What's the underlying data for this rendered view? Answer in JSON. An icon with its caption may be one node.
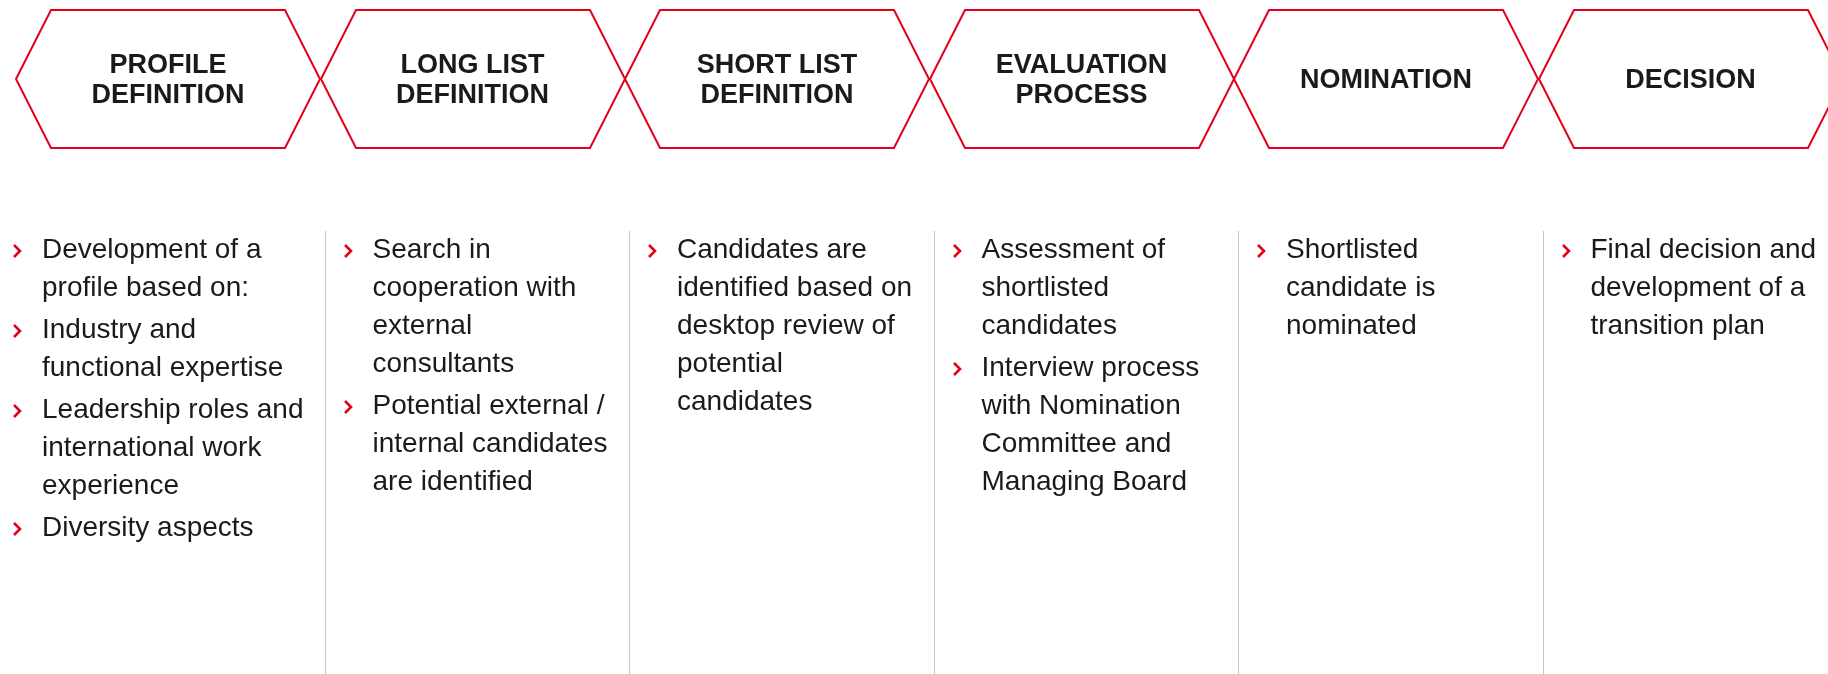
{
  "diagram": {
    "nodes": [
      {
        "text": [
          "PROFILE DEFINITION"
        ],
        "beside": [
          "Development of a profile based on:",
          "Industry and functional expertise",
          "Leadership roles and international work experience",
          "Diversity aspects"
        ]
      },
      {
        "text": [
          "LONG LIST DEFINITION"
        ],
        "beside": [
          "Search in cooperation with external consultants",
          "Potential external / internal candidates are identified"
        ]
      },
      {
        "text": [
          "SHORT LIST DEFINITION"
        ],
        "beside": [
          "Candidates are identified based on desktop review of potential candidates"
        ]
      },
      {
        "text": [
          "EVALUATION PROCESS"
        ],
        "beside": [
          "Assessment of shortlisted candidates",
          "Interview process with Nomination Committee and Managing Board"
        ]
      },
      {
        "text": [
          "NOMINATION"
        ],
        "beside": [
          "Shortlisted candidate is nominated"
        ]
      },
      {
        "text": [
          "DECISION"
        ],
        "beside": [
          "Final decision and development of a transition plan"
        ]
      }
    ],
    "edges": []
  }
}
